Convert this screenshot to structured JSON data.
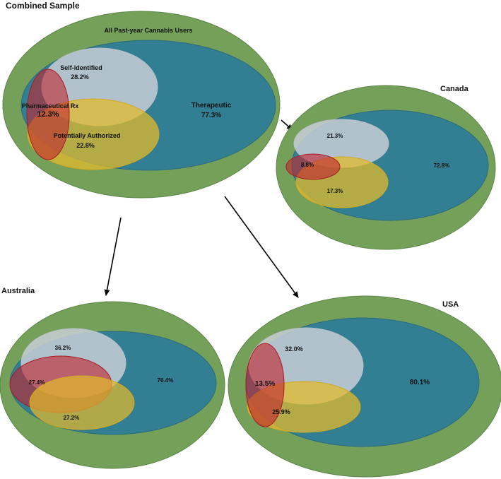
{
  "colors": {
    "outer_green": "#74a05a",
    "green_stroke": "#5d8649",
    "therapeutic_teal": "#327f93",
    "selfid_gray": "#c8ced6",
    "authorized_yellow": "#e2b92c",
    "pharma_red": "#c0252e",
    "arrow": "#000000"
  },
  "combined": {
    "title": "Combined Sample",
    "all_users_label": "All Past-year Cannabis Users",
    "therapeutic_label": "Therapeutic",
    "therapeutic_value": "77.3%",
    "selfid_label": "Self-identified",
    "selfid_value": "28.2%",
    "pharma_label": "Pharmaceutical Rx",
    "pharma_value": "12.3%",
    "authorized_label": "Potentially Authorized",
    "authorized_value": "22.8%"
  },
  "canada": {
    "title": "Canada",
    "therapeutic_value": "72.8%",
    "selfid_value": "21.3%",
    "pharma_value": "8.8%",
    "authorized_value": "17.3%"
  },
  "australia": {
    "title": "Australia",
    "therapeutic_value": "76.4%",
    "selfid_value": "36.2%",
    "pharma_value": "27.4%",
    "authorized_value": "27.2%"
  },
  "usa": {
    "title": "USA",
    "therapeutic_value": "80.1%",
    "selfid_value": "32.0%",
    "pharma_value": "13.5%",
    "authorized_value": "25.9%"
  }
}
